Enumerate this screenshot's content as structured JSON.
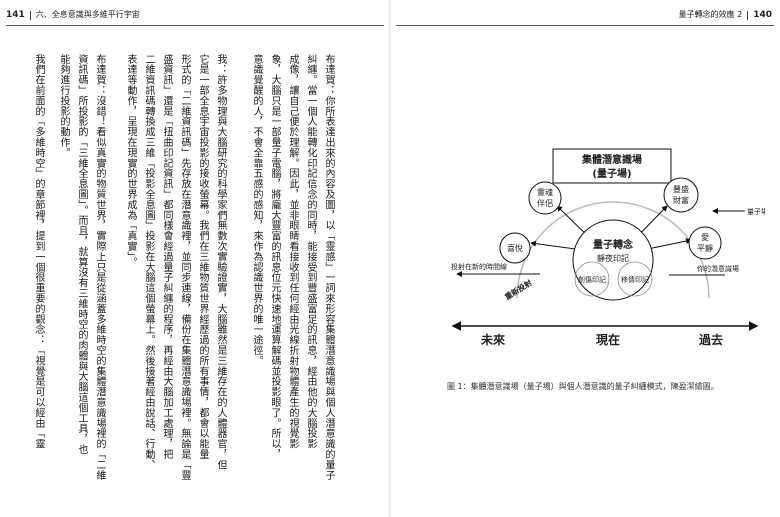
{
  "header": {
    "left_page_number": "141",
    "left_title": "六、全息意識與多維平行宇宙",
    "right_title": "量子轉念的效應 2",
    "right_page_number": "140"
  },
  "columns": [
    "布達賀：你所表達出來的內容及圖，以「靈感」一詞來形容集體潛意識場與個人潛意識的量子",
    "糾纏。當一個人能轉化印記信念的同時，能接受到豐盛富足的訊息，經由他的大腦投影",
    "成像，讓自己便於理解。因此，並非眼睛看接收到任何經由光線折射物體產生的視覺影",
    "象，大腦只是一部量子電腦，將龐大豐富的訊息位元快速地運算解碼並投影眼了。所以，",
    "意識覺醒的人，不會全靠五感的感知，來作為認識世界的唯一途徑。",
    "",
    "我：許多物理與大腦研究的科學家們無數次實驗證實，大腦雖然是三維存在的人體器官，但",
    "它是一部全息宇宙投影的接收螢幕。我們在三維物質世界經歷過的所有事情，都會以能量",
    "形式的「二維資訊碼」先存放在潛意識裡，並同步連線，備份在集體潛意識場裡。無論是「豐",
    "盛資訊」還是「扭曲印記資訊」都同樣會經過量子糾纏的程序，再經由大腦加工處理，把",
    "二維資訊碼轉換成三維「投影全息圖」投影在大腦這個螢幕上。然後接著經由說話、行動、",
    "表達等動作，呈現在現實的世界成為「真實」。",
    "",
    "布達賀：沒錯！看似真實的物質世界，實際上只是從涵蓋多維時空的集體潛意識場裡的「二維",
    "資訊碼」所投影的「三維全息圖」。而且，就算沒有三維時空的肉體與大腦這個工具，也",
    "能夠進行投影的動作。",
    "",
    "我們在前面的「多維時空」的章節裡，提到一個很重要的觀念：「視覺是可以經由「靈"
  ],
  "diagram": {
    "title_line1": "集體潛意識場",
    "title_line2": "(量子場)",
    "center_line1": "量子轉念",
    "center_line2": "靜夜印記",
    "inner_left": "創傷印記",
    "inner_right": "移情印記",
    "node_joy": "喜悅",
    "node_partner_line1": "靈魂",
    "node_partner_line2": "伴侶",
    "node_wealth_line1": "豐盛",
    "node_wealth_line2": "財富",
    "node_love_line1": "愛",
    "node_love_line2": "平靜",
    "label_potential": "量子場的潛能",
    "label_projection": "投射在新的時間線",
    "label_reprojection": "重新投射",
    "label_your_field": "你的潛意識場",
    "axis_future": "未來",
    "axis_present": "現在",
    "axis_past": "過去"
  },
  "caption": "圖 1：集體潛意識場（量子場）與個人潛意識的量子糾纏模式，陳盈潔繪圖。"
}
